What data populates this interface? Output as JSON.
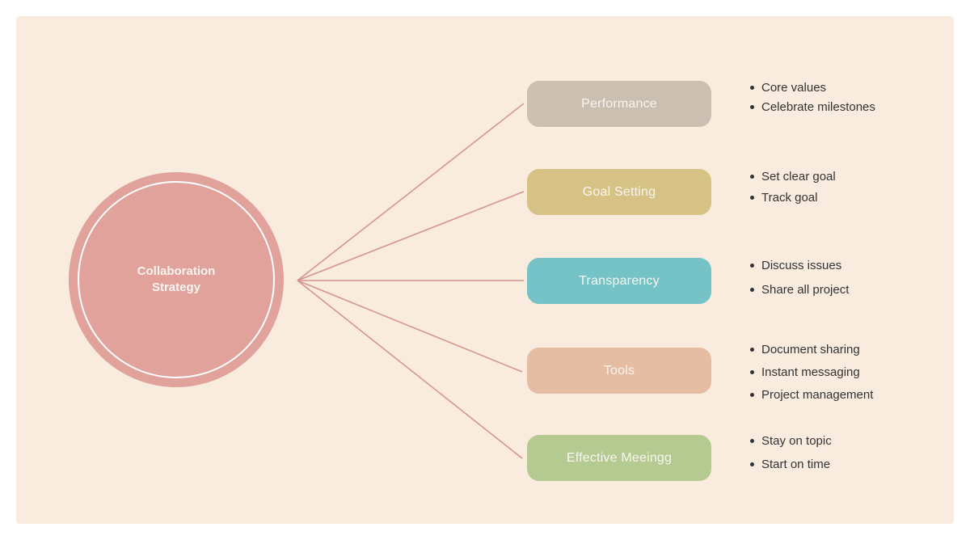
{
  "colors": {
    "page-bg": "#ffffff",
    "panel-bg": "#f9ecdf",
    "connector": "#d6958c",
    "bullet-text": "#333333",
    "node-text": "#f8f5f0",
    "center-fill": "#e0a29a",
    "center-ring": "#ffffff"
  },
  "center": {
    "label_line1": "Collaboration",
    "label_line2": "Strategy"
  },
  "branches": [
    {
      "label": "Performance",
      "color": "#cabfb1",
      "bullets": [
        "Core values",
        "Celebrate milestones"
      ]
    },
    {
      "label": "Goal Setting",
      "color": "#d7c285",
      "bullets": [
        "Set clear goal",
        "Track goal"
      ]
    },
    {
      "label": "Transparency",
      "color": "#75c3c7",
      "bullets": [
        "Discuss issues",
        "Share all project"
      ]
    },
    {
      "label": "Tools",
      "color": "#e5bda3",
      "bullets": [
        "Document sharing",
        "Instant messaging",
        "Project management"
      ]
    },
    {
      "label": "Effective Meeingg",
      "color": "#b5ca91",
      "bullets": [
        "Stay on topic",
        "Start on time"
      ]
    }
  ]
}
